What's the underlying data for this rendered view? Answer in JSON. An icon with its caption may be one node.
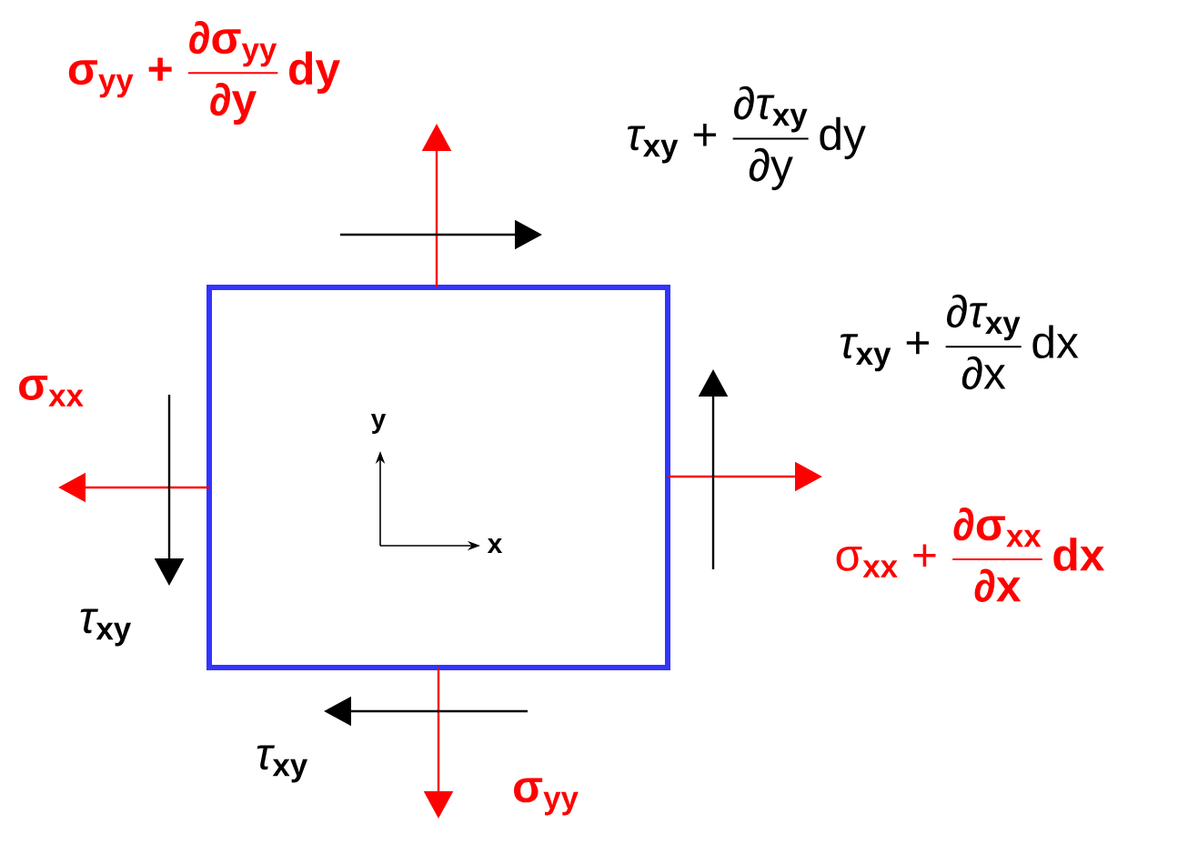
{
  "diagram": {
    "nodes": [
      {
        "text": [],
        "shape": "box"
      }
    ],
    "labels": [
      "\\textbf{σ}_{\\textbf{yy}}\\textbf{ + }\\frac{\\textbf{∂σ}_{\\textbf{yy}}}{\\textbf{∂y}}\\,\\textbf{dy}",
      "\\textit{τ}_{\\textbf{xy}}\\text{ + }\\frac{\\text{∂}\\textit{τ}_{\\textbf{xy}}}{\\text{∂y}}\\,\\text{dy}",
      "\\textit{τ}_{\\textbf{xy}}\\text{ + }\\frac{\\text{∂}\\textit{τ}_{\\textbf{xy}}}{\\text{∂x}}\\,\\text{dx}",
      "\\textbf{σ}_{\\textbf{xx}}",
      "\\text{σ}_{\\textbf{xx}}\\text{ + }\\frac{\\textbf{∂σ}_{\\textbf{xx}}}{\\textbf{∂x}}\\,\\textbf{dx}",
      "\\textit{τ}_{\\textbf{xy}}",
      "\\textit{τ}_{\\textbf{xy}}",
      "\\textbf{σ}_{\\textbf{yy}}",
      "y",
      "x"
    ]
  }
}
